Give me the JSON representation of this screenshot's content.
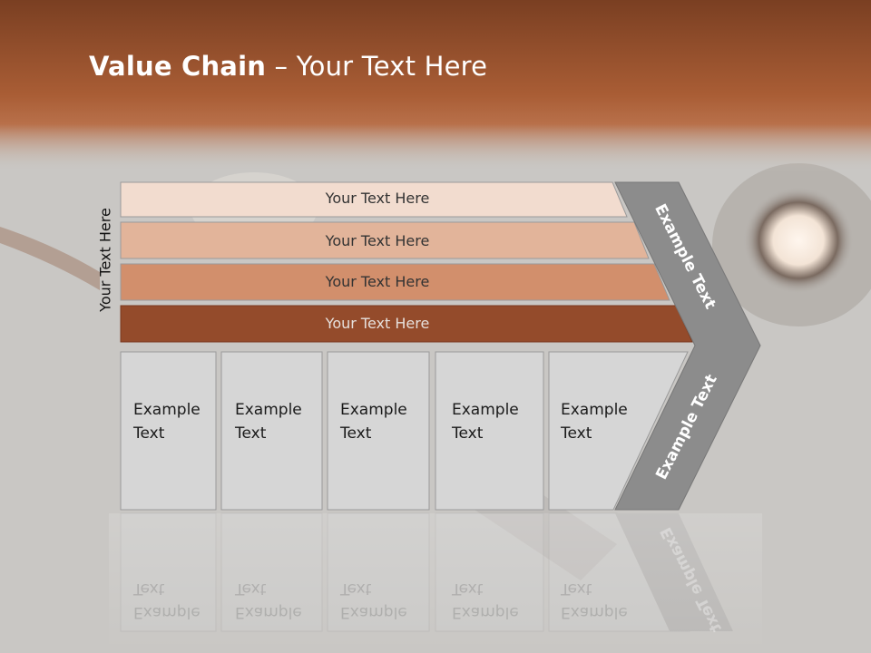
{
  "slide": {
    "title_bold": "Value Chain",
    "title_rest": " – Your Text Here"
  },
  "side_label": "Your Text Here",
  "bands": [
    {
      "label": "Your Text Here",
      "fill": "#f2dccf",
      "text_color": "#333333"
    },
    {
      "label": "Your Text Here",
      "fill": "#e2b49a",
      "text_color": "#333333"
    },
    {
      "label": "Your Text Here",
      "fill": "#d28f6c",
      "text_color": "#333333"
    },
    {
      "label": "Your Text Here",
      "fill": "#944b2b",
      "text_color": "#e6e0dc"
    }
  ],
  "boxes": [
    {
      "line1": "Example",
      "line2": "Text"
    },
    {
      "line1": "Example",
      "line2": "Text"
    },
    {
      "line1": "Example",
      "line2": "Text"
    },
    {
      "line1": "Example",
      "line2": "Text"
    },
    {
      "line1": "Example",
      "line2": "Text"
    }
  ],
  "chevron": {
    "upper_label": "Example Text",
    "lower_label": "Example Text",
    "fill": "#8c8c8c"
  },
  "colors": {
    "header_top": "#7a3f22",
    "header_mid": "#a95d35",
    "background": "#c9c7c4",
    "box_fill": "#d6d6d6",
    "box_border": "#9a9a9a"
  }
}
